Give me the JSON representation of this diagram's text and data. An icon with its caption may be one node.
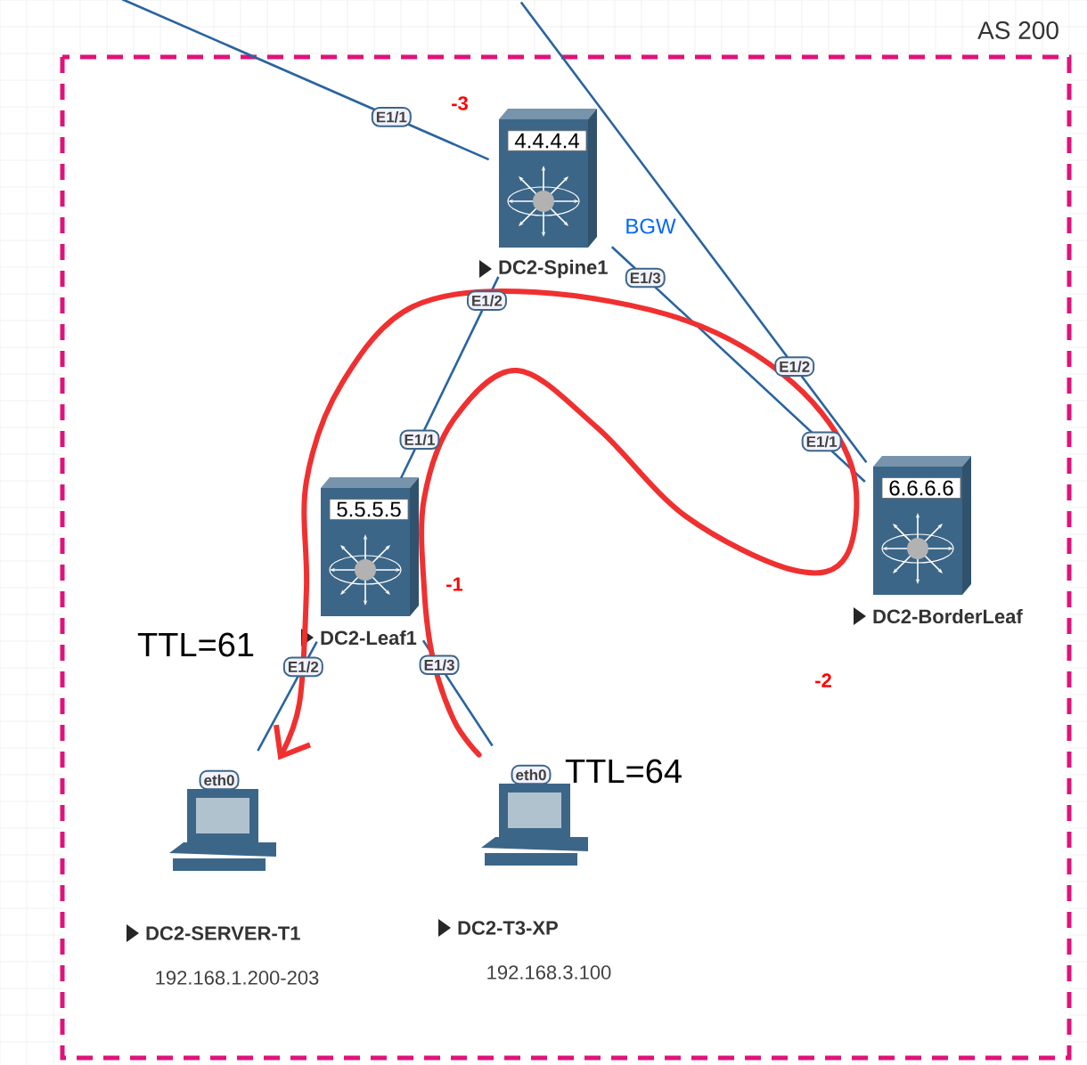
{
  "diagram": {
    "nodes": [
      {
        "text": [
          "AS 200"
        ]
      },
      {
        "text": [
          "4.4.4.4",
          "DC2-Spine1"
        ],
        "beside": [
          "BGW"
        ],
        "in": 0
      },
      {
        "text": [
          "5.5.5.5",
          "DC2-Leaf1"
        ],
        "in": 0
      },
      {
        "text": [
          "6.6.6.6",
          "DC2-BorderLeaf"
        ],
        "in": 0
      },
      {
        "text": [
          "eth0",
          "DC2-SERVER-T1",
          "192.168.1.200-203"
        ],
        "in": 0
      },
      {
        "text": [
          "eth0",
          "DC2-T3-XP",
          "192.168.3.100"
        ],
        "in": 0
      }
    ],
    "edges": [
      {
        "from": null,
        "to": 1,
        "arrow": "none",
        "label": "E1/1"
      },
      {
        "from": null,
        "to": 3,
        "arrow": "none",
        "label": "E1/2"
      },
      {
        "from": 1,
        "to": 2,
        "arrow": "none",
        "label": "E1/2"
      },
      {
        "from": 1,
        "to": 3,
        "arrow": "none",
        "label": "E1/3"
      },
      {
        "from": 2,
        "to": 4,
        "arrow": "none",
        "label": "E1/2"
      },
      {
        "from": 2,
        "to": 5,
        "arrow": "none",
        "label": "E1/3"
      },
      {
        "from": 5,
        "to": 4,
        "arrow": "to",
        "style": "thick",
        "color": "#f03030"
      }
    ],
    "labels": [
      "-3",
      "-1",
      "-2",
      "TTL=61",
      "TTL=64",
      "E1/1",
      "E1/1"
    ]
  }
}
